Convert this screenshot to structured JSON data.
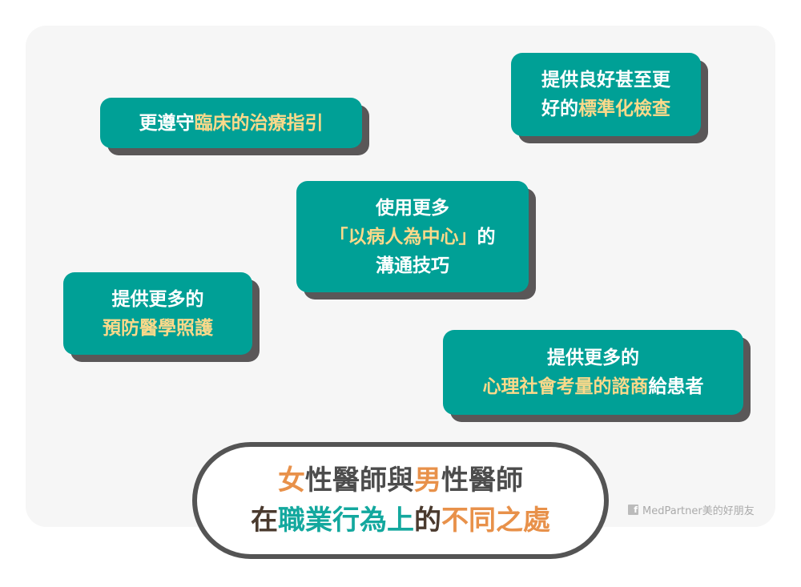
{
  "cards": [
    {
      "lines": [
        [
          {
            "t": "更遵守",
            "c": "w"
          },
          {
            "t": "臨床的治療指引",
            "c": "y"
          }
        ]
      ]
    },
    {
      "lines": [
        [
          {
            "t": "提供良好甚至更",
            "c": "w"
          }
        ],
        [
          {
            "t": "好的",
            "c": "w"
          },
          {
            "t": "標準化檢查",
            "c": "y"
          }
        ]
      ]
    },
    {
      "lines": [
        [
          {
            "t": "使用更多",
            "c": "w"
          }
        ],
        [
          {
            "t": "「以病人為中心」",
            "c": "y"
          },
          {
            "t": "的",
            "c": "w"
          }
        ],
        [
          {
            "t": "溝通技巧",
            "c": "w"
          }
        ]
      ]
    },
    {
      "lines": [
        [
          {
            "t": "提供更多的",
            "c": "w"
          }
        ],
        [
          {
            "t": "預防醫學照護",
            "c": "y"
          }
        ]
      ]
    },
    {
      "lines": [
        [
          {
            "t": "提供更多的",
            "c": "w"
          }
        ],
        [
          {
            "t": "心理社會考量的諮商",
            "c": "y"
          },
          {
            "t": "給患者",
            "c": "w"
          }
        ]
      ]
    }
  ],
  "title": {
    "lines": [
      [
        {
          "t": "女",
          "c": "o"
        },
        {
          "t": "性醫師與",
          "c": "g"
        },
        {
          "t": "男",
          "c": "o"
        },
        {
          "t": "性醫師",
          "c": "g"
        }
      ],
      [
        {
          "t": "在",
          "c": "b"
        },
        {
          "t": "職業行為上",
          "c": "t"
        },
        {
          "t": "的",
          "c": "b"
        },
        {
          "t": "不同之處",
          "c": "o"
        }
      ]
    ]
  },
  "watermark": {
    "icon": "facebook-icon",
    "text": "MedPartner美的好朋友"
  },
  "colors": {
    "teal": "#00a096",
    "yellow": "#fbd98a",
    "orange": "#e8914a",
    "shadow": "#5a5758"
  }
}
